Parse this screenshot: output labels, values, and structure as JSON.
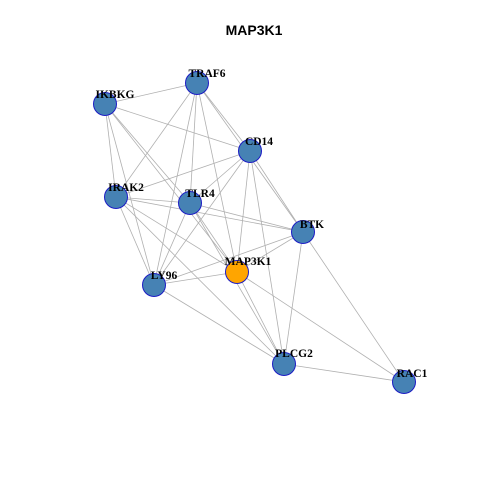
{
  "title": "MAP3K1",
  "colors": {
    "node_fill": "#4682b4",
    "node_stroke": "#1c1cc4",
    "focus_fill": "#ffa500",
    "edge": "#b0b0b0"
  },
  "nodes": [
    {
      "id": "TRAF6",
      "label": "TRAF6",
      "focus": false
    },
    {
      "id": "IKBKG",
      "label": "IKBKG",
      "focus": false
    },
    {
      "id": "CD14",
      "label": "CD14",
      "focus": false
    },
    {
      "id": "IRAK2",
      "label": "IRAK2",
      "focus": false
    },
    {
      "id": "TLR4",
      "label": "TLR4",
      "focus": false
    },
    {
      "id": "BTK",
      "label": "BTK",
      "focus": false
    },
    {
      "id": "MAP3K1",
      "label": "MAP3K1",
      "focus": true
    },
    {
      "id": "LY96",
      "label": "LY96",
      "focus": false
    },
    {
      "id": "PLCG2",
      "label": "PLCG2",
      "focus": false
    },
    {
      "id": "RAC1",
      "label": "RAC1",
      "focus": false
    }
  ],
  "edges": [
    [
      "IKBKG",
      "TRAF6"
    ],
    [
      "IKBKG",
      "CD14"
    ],
    [
      "IKBKG",
      "IRAK2"
    ],
    [
      "IKBKG",
      "TLR4"
    ],
    [
      "IKBKG",
      "LY96"
    ],
    [
      "IKBKG",
      "MAP3K1"
    ],
    [
      "TRAF6",
      "IRAK2"
    ],
    [
      "TRAF6",
      "TLR4"
    ],
    [
      "TRAF6",
      "CD14"
    ],
    [
      "TRAF6",
      "BTK"
    ],
    [
      "TRAF6",
      "LY96"
    ],
    [
      "TRAF6",
      "MAP3K1"
    ],
    [
      "CD14",
      "IRAK2"
    ],
    [
      "CD14",
      "TLR4"
    ],
    [
      "CD14",
      "BTK"
    ],
    [
      "CD14",
      "LY96"
    ],
    [
      "CD14",
      "MAP3K1"
    ],
    [
      "CD14",
      "PLCG2"
    ],
    [
      "IRAK2",
      "TLR4"
    ],
    [
      "IRAK2",
      "BTK"
    ],
    [
      "IRAK2",
      "LY96"
    ],
    [
      "IRAK2",
      "MAP3K1"
    ],
    [
      "TLR4",
      "BTK"
    ],
    [
      "TLR4",
      "LY96"
    ],
    [
      "TLR4",
      "MAP3K1"
    ],
    [
      "TLR4",
      "PLCG2"
    ],
    [
      "BTK",
      "MAP3K1"
    ],
    [
      "BTK",
      "LY96"
    ],
    [
      "BTK",
      "PLCG2"
    ],
    [
      "BTK",
      "RAC1"
    ],
    [
      "LY96",
      "MAP3K1"
    ],
    [
      "LY96",
      "PLCG2"
    ],
    [
      "MAP3K1",
      "PLCG2"
    ],
    [
      "MAP3K1",
      "RAC1"
    ],
    [
      "PLCG2",
      "RAC1"
    ],
    [
      "IRAK2",
      "PLCG2"
    ]
  ]
}
